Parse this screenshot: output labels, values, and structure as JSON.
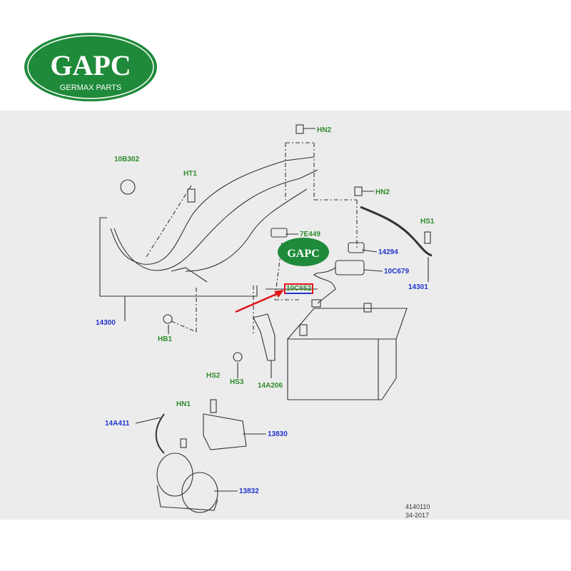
{
  "brand": {
    "logo_text": "GAPC",
    "name": "Germax Parts",
    "color": "#1f8a3a"
  },
  "labels_green": {
    "p10B302": "10B302",
    "HT1": "HT1",
    "HN2a": "HN2",
    "HN2b": "HN2",
    "HS1": "HS1",
    "p7E449": "7E449",
    "HB1": "HB1",
    "HS3": "HS3",
    "p14A206": "14A206",
    "HS2": "HS2",
    "HN1": "HN1",
    "p10C652": "10C652"
  },
  "labels_blue": {
    "p14300": "14300",
    "p14294": "14294",
    "p10C679": "10C679",
    "p14301": "14301",
    "p14A411": "14A411",
    "p13830": "13830",
    "p13832": "13832"
  },
  "reference": {
    "line1": "4140110",
    "line2": "34-2017"
  },
  "colors": {
    "highlight": "#e0161a",
    "green_label": "#2e8b2e",
    "blue_label": "#2233cc"
  }
}
